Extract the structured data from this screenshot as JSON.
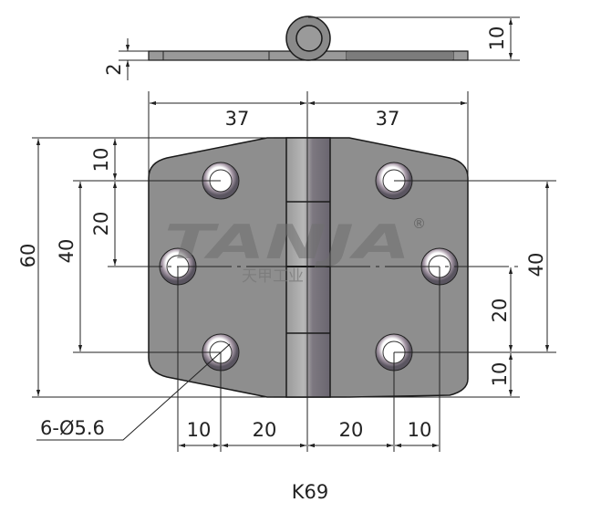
{
  "drawing": {
    "model": "K69",
    "watermark": {
      "brand": "TANJA",
      "subtitle": "天甲工业",
      "registered": "®"
    },
    "dimensions": {
      "side_height": "10",
      "side_thickness": "2",
      "top_left_width": "37",
      "top_right_width": "37",
      "overall_height": "60",
      "left_top_offset": "10",
      "left_hole_spacing": "20",
      "left_outer_spacing": "40",
      "right_outer_spacing": "40",
      "right_hole_spacing": "20",
      "right_bottom_offset": "10",
      "bottom_left_offset": "10",
      "bottom_left_spacing": "20",
      "bottom_right_spacing": "20",
      "bottom_right_offset": "10",
      "hole_callout": "6-Ø5.6"
    }
  }
}
